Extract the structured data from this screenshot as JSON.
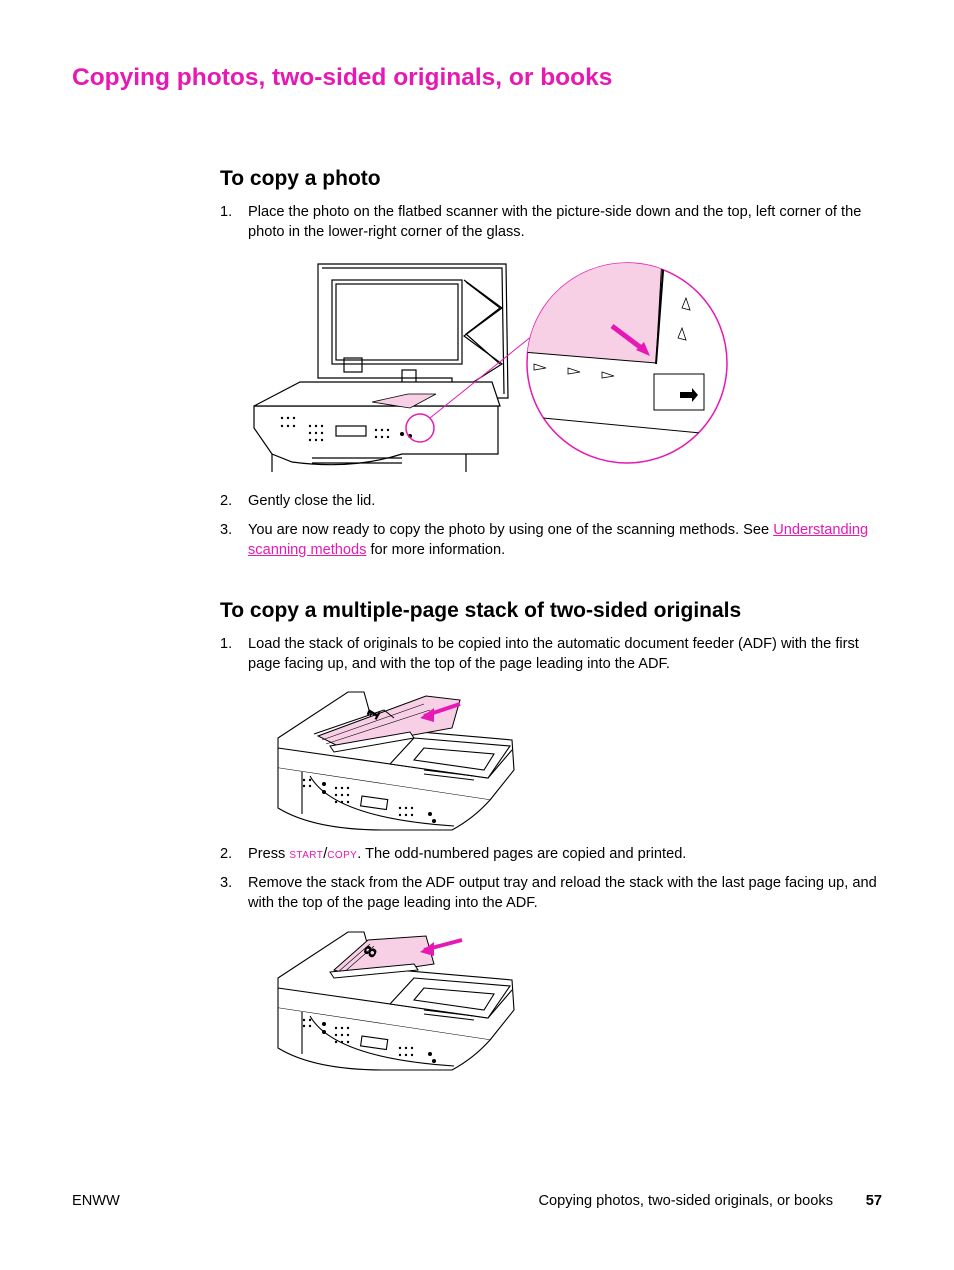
{
  "page": {
    "title": "Copying photos, two-sided originals, or books"
  },
  "section_photo": {
    "heading": "To copy a photo",
    "steps": [
      {
        "num": "1.",
        "text": "Place the photo on the flatbed scanner with the picture-side down and the top, left corner of the photo in the lower-right corner of the glass."
      },
      {
        "num": "2.",
        "text": "Gently close the lid."
      },
      {
        "num": "3.",
        "text_before": "You are now ready to copy the photo by using one of the scanning methods. See ",
        "link": "Understanding scanning methods",
        "text_after": " for more information."
      }
    ]
  },
  "section_stack": {
    "heading": "To copy a multiple-page stack of two-sided originals",
    "steps": [
      {
        "num": "1.",
        "text": "Load the stack of originals to be copied into the automatic document feeder (ADF) with the first page facing up, and with the top of the page leading into the ADF."
      },
      {
        "num": "2.",
        "text_before": "Press ",
        "key_start": "START",
        "key_sep": "/",
        "key_copy": "COPY",
        "text_after": ". The odd-numbered pages are copied and printed."
      },
      {
        "num": "3.",
        "text": "Remove the stack from the ADF output tray and reload the stack with the last page facing up, and with the top of the page leading into the ADF."
      }
    ]
  },
  "illustrations": {
    "adf_first_page_number": "1",
    "adf_last_page_number": "8"
  },
  "footer": {
    "left": "ENWW",
    "section": "Copying photos, two-sided originals, or books",
    "page_number": "57"
  },
  "colors": {
    "accent": "#e619b4",
    "photo_fill": "#f7d0e6"
  }
}
